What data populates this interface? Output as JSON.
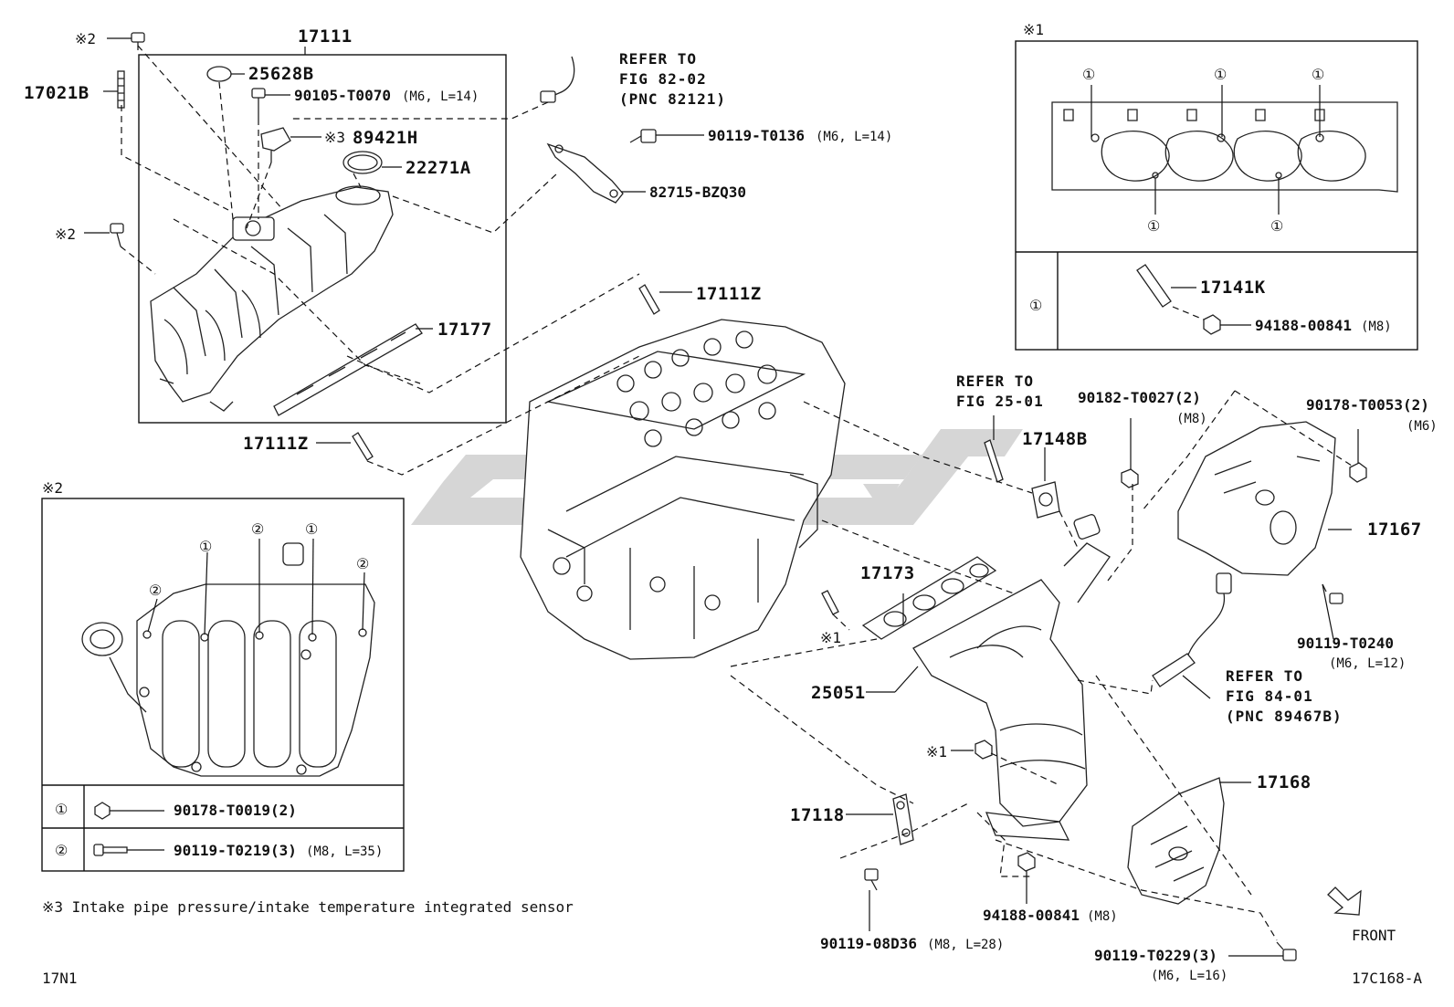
{
  "labels": {
    "p17111": "17111",
    "p17021B": "17021B",
    "p25628B": "25628B",
    "p90105": "90105-T0070",
    "p90105_spec": "(M6, L=14)",
    "p89421H": "89421H",
    "p22271A": "22271A",
    "p17177": "17177",
    "p17111Z_a": "17111Z",
    "p17111Z_b": "17111Z",
    "p90119_T0136": "90119-T0136",
    "p90119_T0136_spec": "(M6, L=14)",
    "p82715": "82715-BZQ30",
    "p17141K": "17141K",
    "p94188_a": "94188-00841",
    "p94188_a_spec": "(M8)",
    "p90182": "90182-T0027(2)",
    "p90182_spec": "(M8)",
    "p90178_T0053": "90178-T0053(2)",
    "p90178_T0053_spec": "(M6)",
    "p17148B": "17148B",
    "p17167": "17167",
    "p17173": "17173",
    "p25051": "25051",
    "p90119_T0240": "90119-T0240",
    "p90119_T0240_spec": "(M6, L=12)",
    "p17168": "17168",
    "p17118": "17118",
    "p94188_b": "94188-00841",
    "p94188_b_spec": "(M8)",
    "p90119_08D36": "90119-08D36",
    "p90119_08D36_spec": "(M8, L=28)",
    "p90119_T0229": "90119-T0229(3)",
    "p90119_T0229_spec": "(M6, L=16)",
    "p90178_T0019": "90178-T0019(2)",
    "p90119_T0219": "90119-T0219(3)",
    "p90119_T0219_spec": "(M8, L=35)"
  },
  "marks": {
    "m2": "※2",
    "m3": "※3",
    "m1": "※1",
    "c1": "①",
    "c2": "②"
  },
  "refs": {
    "ref82": {
      "line1": "REFER TO",
      "line2": "FIG 82-02",
      "line3": "(PNC 82121)"
    },
    "ref25": {
      "line1": "REFER TO",
      "line2": "FIG 25-01"
    },
    "ref84": {
      "line1": "REFER TO",
      "line2": "FIG 84-01",
      "line3": "(PNC 89467B)"
    }
  },
  "footnote": "※3 Intake pipe pressure/intake temperature integrated sensor",
  "corner_left": "17N1",
  "corner_right": "17C168-A",
  "front_label": "FRONT"
}
